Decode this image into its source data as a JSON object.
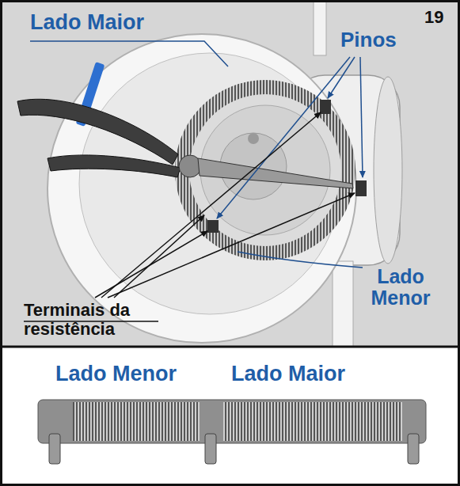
{
  "diagram": {
    "labels": [
      "19",
      "Lado Maior",
      "Pinos",
      "Lado Menor",
      "Terminais da resistência",
      "Lado Menor",
      "Lado Maior"
    ]
  }
}
